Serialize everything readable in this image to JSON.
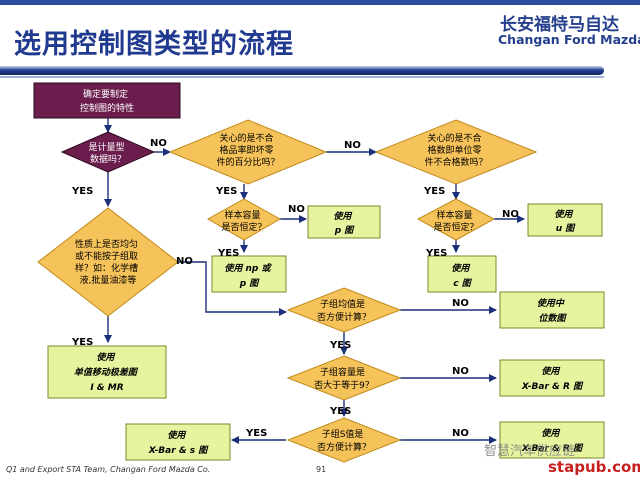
{
  "header": {
    "title": "选用控制图类型的流程",
    "brand_cn": "长安福特马自达",
    "brand_en": "Changan Ford Mazda"
  },
  "flow": {
    "start": [
      "确定要制定",
      "控制图的特性"
    ],
    "q_variable": [
      "是计量型",
      "数据吗？"
    ],
    "q_defective_pct": [
      "关心的是不合",
      "格品率即坏零",
      "件的百分比吗？"
    ],
    "q_defect_count": [
      "关心的是不合",
      "格数即单位零",
      "件不合格数吗？"
    ],
    "q_size_const_np": [
      "样本容量",
      "是否恒定？"
    ],
    "q_size_const_c": [
      "样本容量",
      "是否恒定？"
    ],
    "r_p": [
      "使用",
      "p 图"
    ],
    "r_u": [
      "使用",
      "u 图"
    ],
    "r_np": [
      "使用 np 或",
      "p 图"
    ],
    "r_c": [
      "使用",
      "c 图"
    ],
    "q_homogeneous": [
      "性质上是否均匀",
      "或不能按子组取",
      "样？如：化学槽",
      "液,批量油漆等"
    ],
    "r_imr": [
      "使用",
      "单值移动极差图",
      "I & MR"
    ],
    "q_mean_calc": [
      "子组均值是",
      "否方便计算？"
    ],
    "r_median": [
      "使用中",
      "位数图"
    ],
    "q_size9": [
      "子组容量是",
      "否大于等于9？"
    ],
    "r_xbar_r": [
      "使用",
      "X-Bar & R 图"
    ],
    "q_s_calc": [
      "子组S值是",
      "否方便计算？"
    ],
    "r_xbar_s": [
      "使用",
      "X-Bar & s 图"
    ],
    "r_last": [
      "使用",
      "X-Bar & R 图"
    ],
    "yes": "YES",
    "no": "NO"
  },
  "footer": {
    "text": "Q1 and Export STA Team, Changan Ford Mazda Co.",
    "page": "91"
  },
  "watermark": {
    "wechat": "智慧汽车供应链",
    "site": "stapub.com"
  },
  "colors": {
    "header_blue": "#1f3a8f",
    "start_box": "#6b1d4e",
    "diamond": "#f6c35a",
    "diamond_edge": "#c08a1a",
    "result_box": "#e8f3a0",
    "result_edge": "#7a8a2a",
    "arrow": "#1b2f7a"
  }
}
